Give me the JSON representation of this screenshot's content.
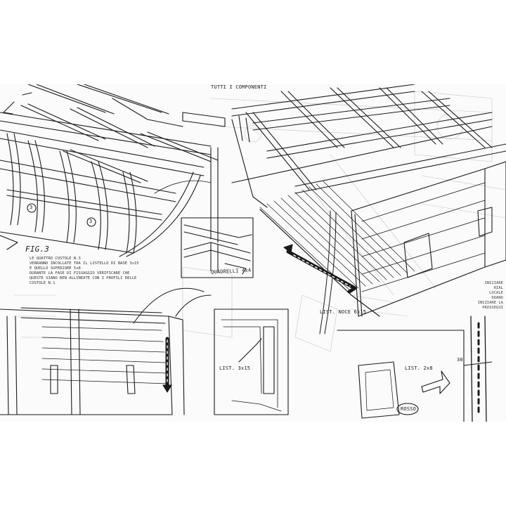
{
  "image": {
    "description_free": true
  },
  "labels": {
    "top_header": "TUTTI I COMPONENTI",
    "fig_label": "FIG.3",
    "quadrelli": "QUADRELLI 4x4",
    "list_noce": "LIST. NOCE 6x15",
    "list_3x15": "LIST. 3x15",
    "list_2x8": "LIST. 2x8",
    "rosso": "ROSSO",
    "rib_3a": "3",
    "rib_3b": "3",
    "num_30": "30"
  },
  "fig_notes": [
    "LE QUATTRO COSTOLE N.3",
    "VERRANNO INCOLLATE TRA IL LISTELLO DI BASE 3x15",
    "E QUELLO SUPERIORE 5x8",
    "DURANTE LA FASE DI FISSAGGIO VERIFICARE CHE",
    "QUESTE SIANO BEN ALLINEATE CON I PROFILI DELLE",
    "COSTOLE N.1"
  ],
  "right_notes": [
    "INIZIARE",
    "RIAL",
    "LOCALE",
    "DOANO",
    "INIZIARE LA",
    "PROSSEGUI"
  ],
  "colors": {
    "line": "#1a1a1a",
    "paper": "#fbfbfb",
    "faint": "#bdbdbd"
  }
}
